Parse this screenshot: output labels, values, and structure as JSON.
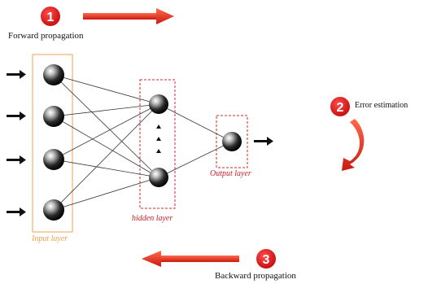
{
  "steps": [
    {
      "number": "1",
      "label": "Forward propagation"
    },
    {
      "number": "2",
      "label": "Error estimation"
    },
    {
      "number": "3",
      "label": "Backward propagation"
    }
  ],
  "layers": {
    "input": "Input layer",
    "hidden": "hidden layer",
    "output": "Output layer"
  },
  "colors": {
    "badge": "#e01b1b",
    "arrow": "#e23a1c",
    "input_box": "#f0b070",
    "hidden_box": "#d92a2a",
    "output_box": "#d92a2a",
    "input_label": "#f0a04a",
    "hidden_label": "#d0202a",
    "output_label": "#d0202a"
  }
}
